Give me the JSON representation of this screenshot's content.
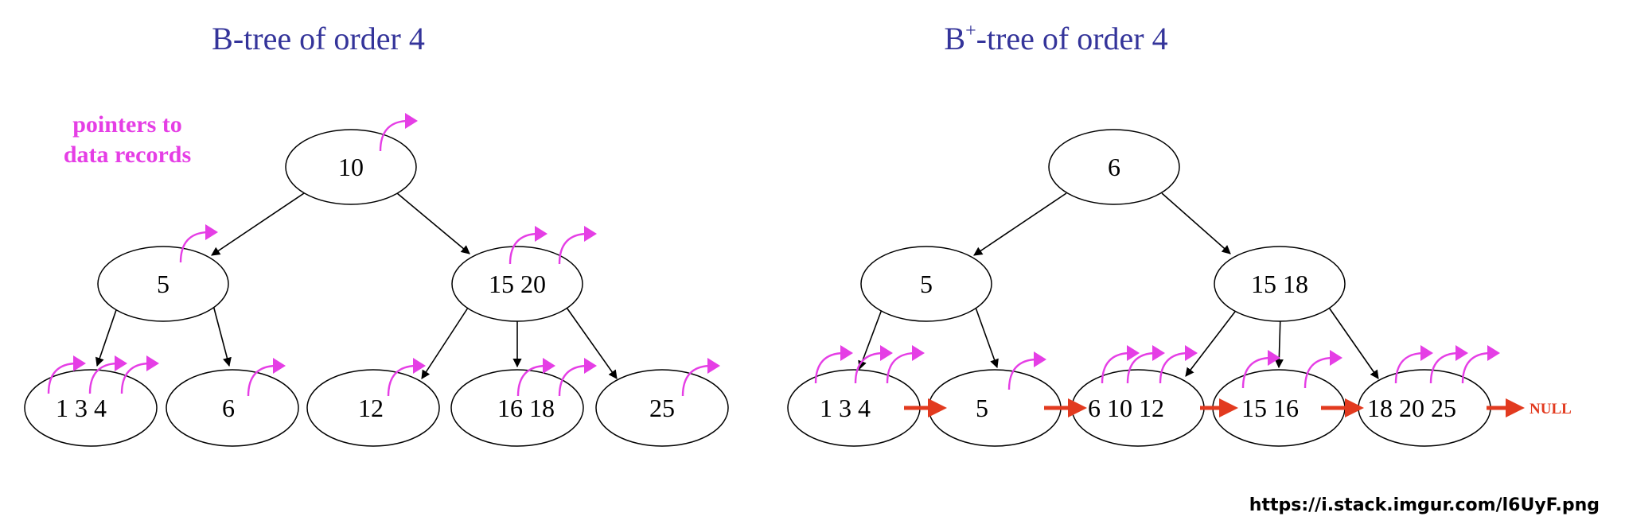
{
  "btree": {
    "title": "B-tree of order 4",
    "legend_line1": "pointers to",
    "legend_line2": "data records",
    "root": "10",
    "level1_left": "5",
    "level1_right": "15 20",
    "leaves": [
      "1 3 4",
      "6",
      "12",
      "16 18",
      "25"
    ]
  },
  "bplustree": {
    "title_prefix": "B",
    "title_sup": "+",
    "title_suffix": "-tree of order 4",
    "root": "6",
    "level1_left": "5",
    "level1_right": "15 18",
    "leaves": [
      "1 3 4",
      "5",
      "6 10 12",
      "15 16",
      "18 20 25"
    ],
    "null_label": "NULL"
  },
  "source_url": "https://i.stack.imgur.com/l6UyF.png",
  "colors": {
    "title": "#34349a",
    "data_pointer": "#e53ee5",
    "leaf_link": "#e23a1f",
    "node_stroke": "#000000"
  }
}
